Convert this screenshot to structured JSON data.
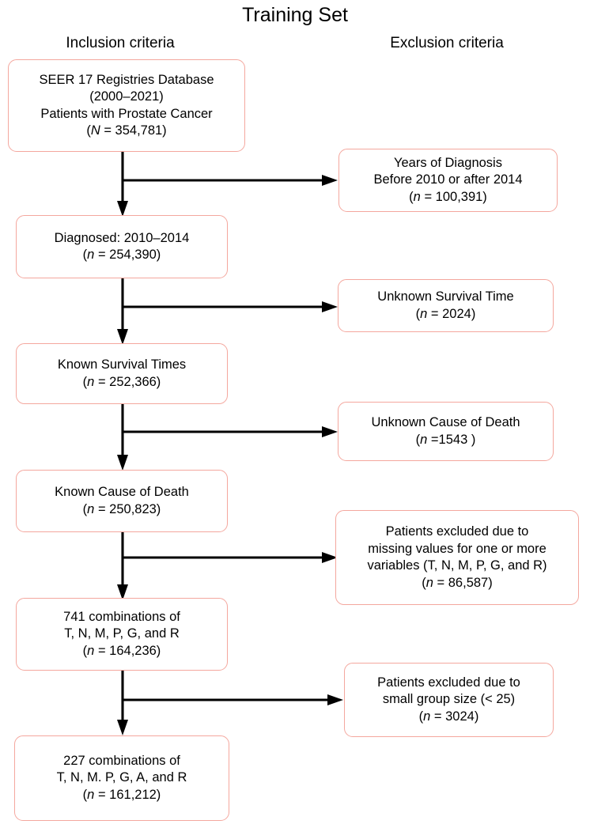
{
  "diagram": {
    "title": "Training Set",
    "columns": {
      "inclusion_header": "Inclusion criteria",
      "exclusion_header": "Exclusion criteria"
    },
    "colors": {
      "node_border": "#f4a79e",
      "node_fill": "#ffffff",
      "arrow": "#000000",
      "text": "#000000"
    },
    "inclusion_nodes": [
      {
        "id": "seer-database",
        "lines": [
          "SEER 17 Registries Database",
          "(2000–2021)",
          "Patients with Prostate Cancer"
        ],
        "count_label": "N",
        "count_text": "(N = 354,781)",
        "count_value": "354,781"
      },
      {
        "id": "diagnosed-2010-2014",
        "lines": [
          "Diagnosed: 2010–2014"
        ],
        "count_label": "n",
        "count_text": "(n = 254,390)",
        "count_value": "254,390"
      },
      {
        "id": "known-survival-times",
        "lines": [
          "Known Survival Times"
        ],
        "count_label": "n",
        "count_text": "(n = 252,366)",
        "count_value": "252,366"
      },
      {
        "id": "known-cause-of-death",
        "lines": [
          "Known Cause of Death"
        ],
        "count_label": "n",
        "count_text": "(n = 250,823)",
        "count_value": "250,823"
      },
      {
        "id": "741-combinations",
        "lines": [
          "741 combinations of",
          "T, N, M, P, G, and R"
        ],
        "count_label": "n",
        "count_text": "(n = 164,236)",
        "count_value": "164,236"
      },
      {
        "id": "227-combinations",
        "lines": [
          "227 combinations of",
          "T, N, M. P, G, A, and R"
        ],
        "count_label": "n",
        "count_text": "(n = 161,212)",
        "count_value": "161,212"
      }
    ],
    "exclusion_nodes": [
      {
        "id": "years-of-diagnosis",
        "lines": [
          "Years of Diagnosis",
          "Before 2010 or after 2014"
        ],
        "count_label": "n",
        "count_text": "(n = 100,391)",
        "count_value": "100,391"
      },
      {
        "id": "unknown-survival-time",
        "lines": [
          "Unknown Survival Time"
        ],
        "count_label": "n",
        "count_text": "(n = 2024)",
        "count_value": "2024"
      },
      {
        "id": "unknown-cause-of-death",
        "lines": [
          "Unknown Cause of Death"
        ],
        "count_label": "n",
        "count_text": "(n =1543 )",
        "count_value": "1543"
      },
      {
        "id": "missing-values",
        "lines": [
          "Patients excluded due to",
          "missing values for one or more",
          "variables (T, N, M, P, G, and R)"
        ],
        "count_label": "n",
        "count_text": "(n = 86,587)",
        "count_value": "86,587"
      },
      {
        "id": "small-group-size",
        "lines": [
          "Patients excluded due to",
          "small group size (< 25)"
        ],
        "count_label": "n",
        "count_text": "(n = 3024)",
        "count_value": "3024"
      }
    ]
  }
}
